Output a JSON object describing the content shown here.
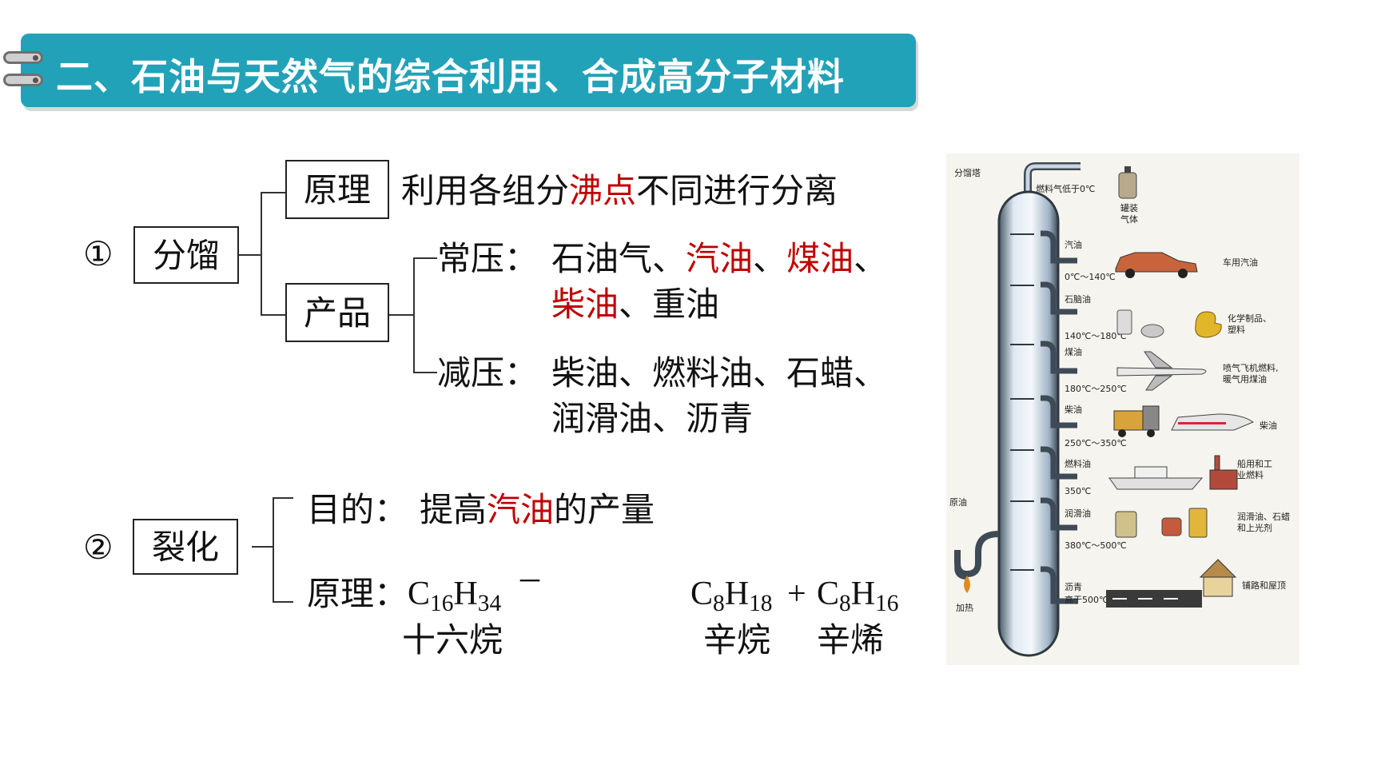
{
  "title": "二、石油与天然气的综合利用、合成高分子材料",
  "fractional": {
    "marker": "①",
    "label": "分馏",
    "principle_label": "原理",
    "principle_text_pre": "利用各组分",
    "principle_text_red": "沸点",
    "principle_text_post": "不同进行分离",
    "product_label": "产品",
    "atm_label": "常压：",
    "atm_items": [
      "石油气",
      "汽油",
      "煤油",
      "柴油",
      "重油"
    ],
    "sep": "、",
    "vac_label": "减压：",
    "vac_line1": "柴油、燃料油、石蜡、",
    "vac_line2": "润滑油、沥青"
  },
  "cracking": {
    "marker": "②",
    "label": "裂化",
    "purpose_label": "目的：",
    "purpose_pre": "提高",
    "purpose_red": "汽油",
    "purpose_post": "的产量",
    "principle_label": "原理：",
    "reactant": {
      "el1": "C",
      "n1": "16",
      "el2": "H",
      "n2": "34"
    },
    "arrow": "－",
    "product1": {
      "el1": "C",
      "n1": "8",
      "el2": "H",
      "n2": "18"
    },
    "plus": "+",
    "product2": {
      "el1": "C",
      "n1": "8",
      "el2": "H",
      "n2": "16"
    },
    "reactant_name": "十六烷",
    "product1_name": "辛烷",
    "product2_name": "辛烯"
  },
  "diagram": {
    "tower_label": "分馏塔",
    "top_label": "燃料气低于0℃",
    "top_product": "罐装气体",
    "fractions": [
      {
        "name": "汽油",
        "range": "0℃～140℃",
        "use": "车用汽油"
      },
      {
        "name": "石脑油",
        "range": "140℃～180℃",
        "use": "化学制品、塑料"
      },
      {
        "name": "煤油",
        "range": "180℃～250℃",
        "use": "喷气飞机燃料、暖气用煤油"
      },
      {
        "name": "柴油",
        "range": "250℃～350℃",
        "use": "柴油"
      },
      {
        "name": "燃料油",
        "range": "350℃",
        "use": "船用和工业燃料"
      },
      {
        "name": "润滑油",
        "range": "380℃～500℃",
        "use": "润滑油、石蜡和上光剂"
      }
    ],
    "bottom_name": "沥青",
    "bottom_range": "高于500℃",
    "bottom_use": "铺路和屋顶",
    "feed_label": "原油",
    "heat_label": "加热"
  },
  "colors": {
    "banner": "#22a2b8",
    "highlight": "#c00000"
  }
}
